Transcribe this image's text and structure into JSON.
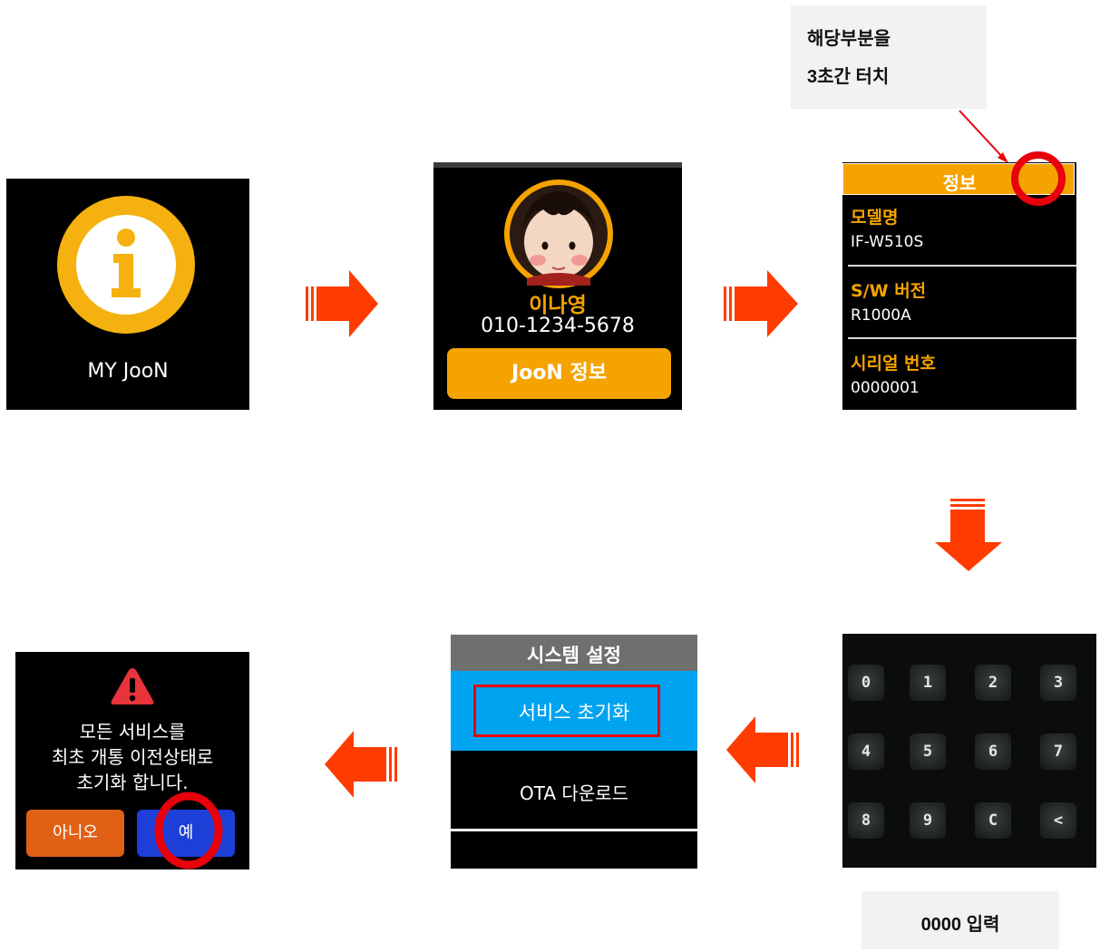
{
  "callouts": {
    "touch_hint_line1": "해당부분을",
    "touch_hint_line2": "3초간 터치",
    "enter_code": "0000 입력"
  },
  "screen_myjoon": {
    "label": "MY JooN",
    "icon": "info-icon",
    "icon_color": "#f5b10f"
  },
  "screen_profile": {
    "name": "이나영",
    "phone": "010-1234-5678",
    "button_label": "JooN 정보",
    "accent": "#f5a300"
  },
  "screen_info": {
    "header": "정보",
    "rows": [
      {
        "label": "모델명",
        "value": "IF-W510S"
      },
      {
        "label": "S/W 버전",
        "value": "R1000A"
      },
      {
        "label": "시리얼 번호",
        "value": "0000001"
      }
    ]
  },
  "screen_keypad": {
    "keys": [
      "0",
      "1",
      "2",
      "3",
      "4",
      "5",
      "6",
      "7",
      "8",
      "9",
      "C",
      "<"
    ]
  },
  "screen_system": {
    "header": "시스템 설정",
    "items": [
      {
        "label": "서비스 초기화",
        "highlight": "#00a3ef"
      },
      {
        "label": "OTA 다운로드"
      }
    ]
  },
  "screen_confirm": {
    "icon": "warning-icon",
    "message_line1": "모든 서비스를",
    "message_line2": "최초 개통 이전상태로",
    "message_line3": "초기화 합니다.",
    "no_label": "아니오",
    "yes_label": "예",
    "no_color": "#e06116",
    "yes_color": "#1d3fd8"
  },
  "colors": {
    "flow_arrow": "#ff3c00",
    "highlight_circle": "#e8000b",
    "highlight_box": "#e8000b"
  }
}
